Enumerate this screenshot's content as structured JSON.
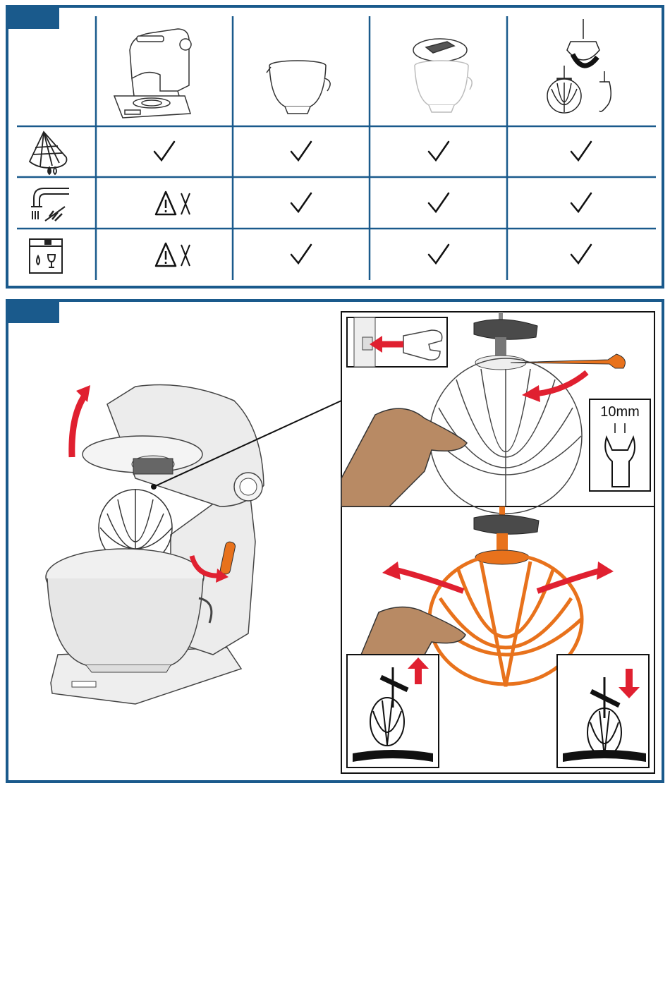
{
  "wrench_size_label": "10mm",
  "colors": {
    "frame_blue": "#1a5a8c",
    "highlight_orange": "#e8721c",
    "arrow_red": "#e02030",
    "skin": "#b88a64"
  },
  "table": {
    "columns": [
      "base-unit",
      "mixing-bowl",
      "bowl-with-lid",
      "tools"
    ],
    "rows": [
      {
        "icon": "dishcloth-icon",
        "marks": [
          "check",
          "check",
          "check",
          "check"
        ]
      },
      {
        "icon": "tap-brush-icon",
        "marks": [
          "warning-x",
          "check",
          "check",
          "check"
        ]
      },
      {
        "icon": "dishwasher-icon",
        "marks": [
          "warning-x",
          "check",
          "check",
          "check"
        ]
      }
    ]
  }
}
